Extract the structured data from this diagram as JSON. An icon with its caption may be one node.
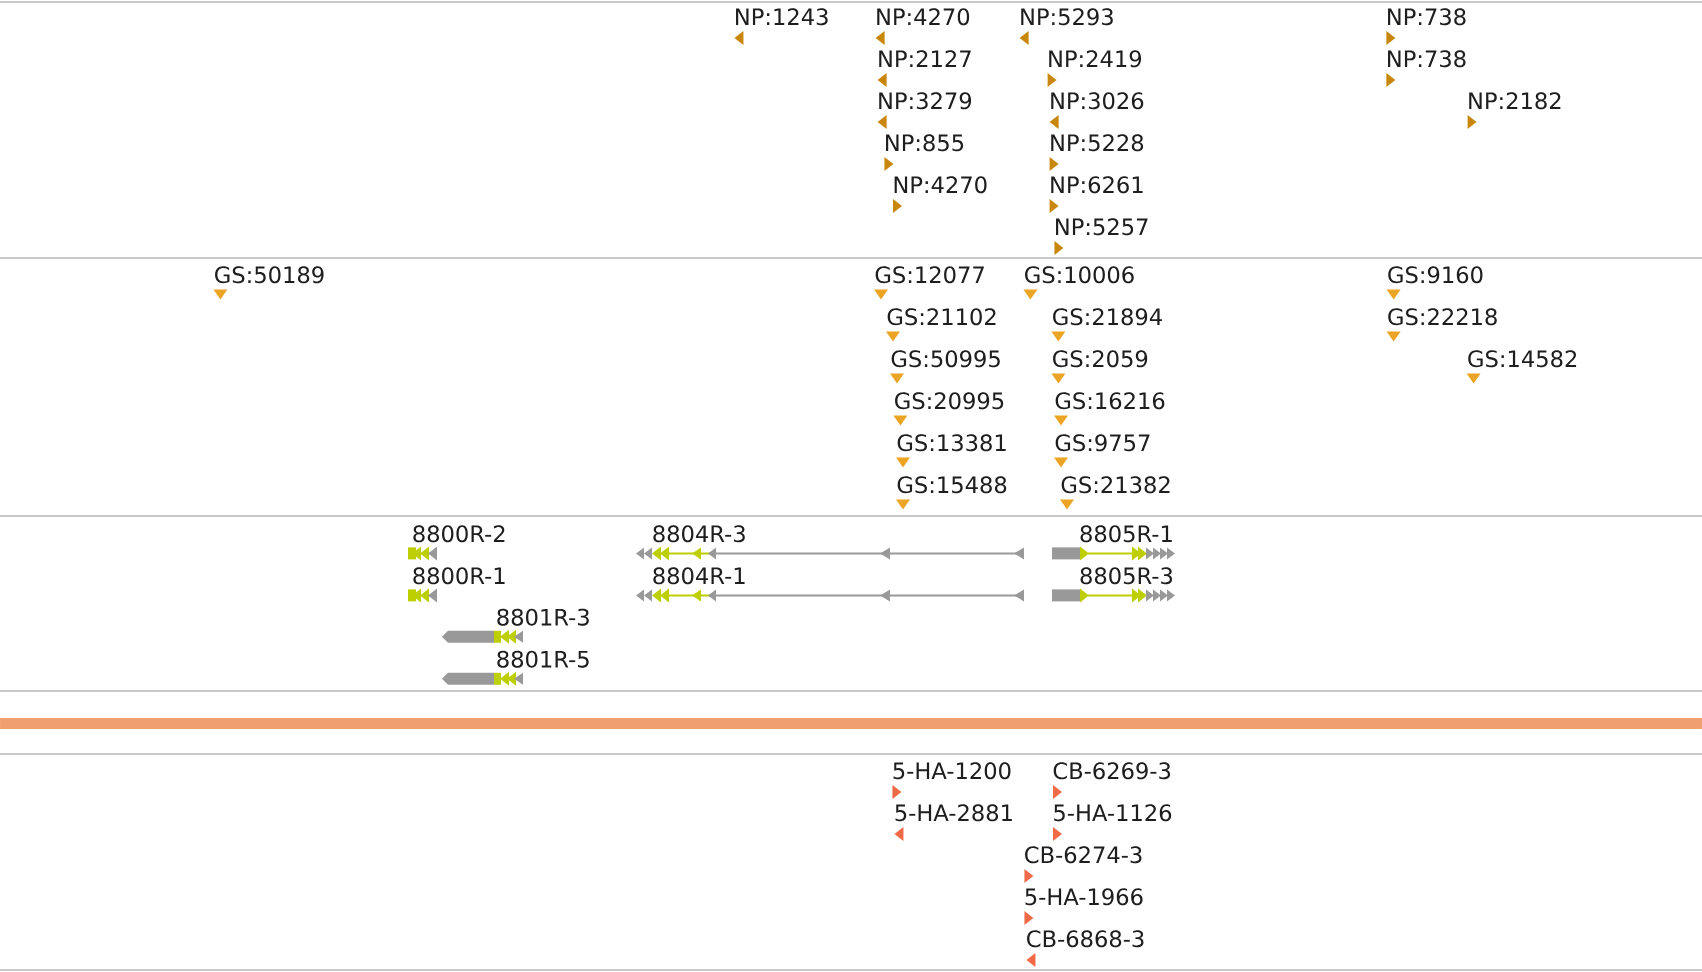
{
  "diagram": {
    "labels": [
      "NP:1243",
      "NP:4270",
      "NP:5293",
      "NP:738",
      "NP:2127",
      "NP:2419",
      "NP:738",
      "NP:3279",
      "NP:3026",
      "NP:2182",
      "NP:855",
      "NP:5228",
      "NP:4270",
      "NP:6261",
      "NP:5257",
      "GS:50189",
      "GS:12077",
      "GS:10006",
      "GS:9160",
      "GS:21102",
      "GS:21894",
      "GS:22218",
      "GS:50995",
      "GS:2059",
      "GS:14582",
      "GS:20995",
      "GS:16216",
      "GS:13381",
      "GS:9757",
      "GS:15488",
      "GS:21382",
      "8800R-2",
      "8804R-3",
      "8805R-1",
      "8800R-1",
      "8804R-1",
      "8805R-3",
      "8801R-3",
      "8801R-5",
      "5-HA-1200",
      "CB-6269-3",
      "5-HA-2881",
      "5-HA-1126",
      "CB-6274-3",
      "5-HA-1966",
      "CB-6868-3"
    ]
  }
}
